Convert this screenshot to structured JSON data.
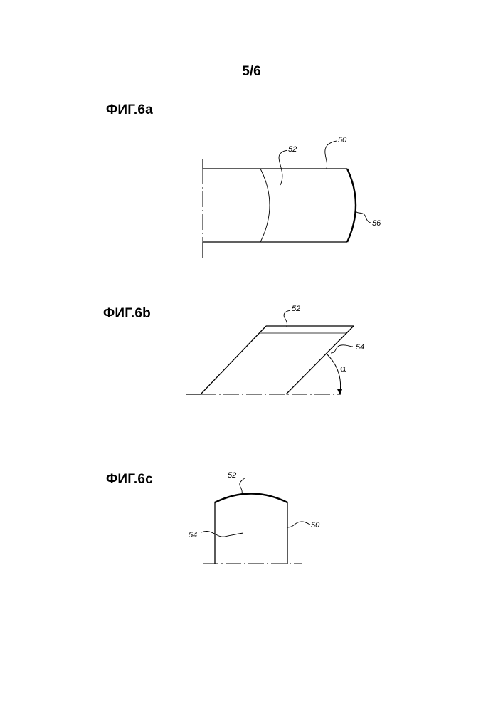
{
  "page": {
    "number": "5/6"
  },
  "figures": [
    {
      "label": "ФИГ.6a",
      "refs": {
        "r52": "52",
        "r50": "50",
        "r56": "56"
      }
    },
    {
      "label": "ФИГ.6b",
      "refs": {
        "r52": "52",
        "r54": "54",
        "angle": "α"
      }
    },
    {
      "label": "ФИГ.6c",
      "refs": {
        "r52": "52",
        "r54": "54",
        "r50": "50"
      }
    }
  ]
}
